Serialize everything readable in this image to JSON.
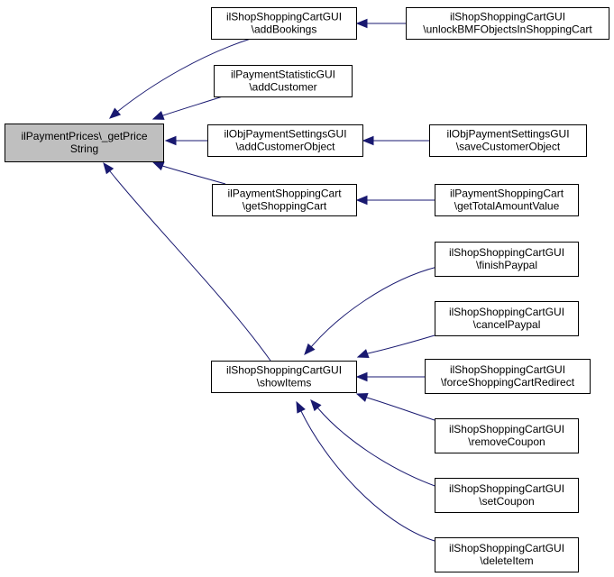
{
  "graph": {
    "edge_color": "#191970",
    "root_fill": "#bfbfbf",
    "nodes": [
      {
        "id": "root",
        "lines": [
          "ilPaymentPrices\\_getPrice",
          "String"
        ],
        "root": true
      },
      {
        "id": "addBookings",
        "lines": [
          "ilShopShoppingCartGUI",
          "\\addBookings"
        ]
      },
      {
        "id": "unlockBMF",
        "lines": [
          "ilShopShoppingCartGUI",
          "\\unlockBMFObjectsInShoppingCart"
        ]
      },
      {
        "id": "addCustomer",
        "lines": [
          "ilPaymentStatisticGUI",
          "\\addCustomer"
        ]
      },
      {
        "id": "addCustomerObject",
        "lines": [
          "ilObjPaymentSettingsGUI",
          "\\addCustomerObject"
        ]
      },
      {
        "id": "saveCustomerObject",
        "lines": [
          "ilObjPaymentSettingsGUI",
          "\\saveCustomerObject"
        ]
      },
      {
        "id": "getShoppingCart",
        "lines": [
          "ilPaymentShoppingCart",
          "\\getShoppingCart"
        ]
      },
      {
        "id": "getTotalAmountValue",
        "lines": [
          "ilPaymentShoppingCart",
          "\\getTotalAmountValue"
        ]
      },
      {
        "id": "showItems",
        "lines": [
          "ilShopShoppingCartGUI",
          "\\showItems"
        ]
      },
      {
        "id": "finishPaypal",
        "lines": [
          "ilShopShoppingCartGUI",
          "\\finishPaypal"
        ]
      },
      {
        "id": "cancelPaypal",
        "lines": [
          "ilShopShoppingCartGUI",
          "\\cancelPaypal"
        ]
      },
      {
        "id": "forceRedirect",
        "lines": [
          "ilShopShoppingCartGUI",
          "\\forceShoppingCartRedirect"
        ]
      },
      {
        "id": "removeCoupon",
        "lines": [
          "ilShopShoppingCartGUI",
          "\\removeCoupon"
        ]
      },
      {
        "id": "setCoupon",
        "lines": [
          "ilShopShoppingCartGUI",
          "\\setCoupon"
        ]
      },
      {
        "id": "deleteItem",
        "lines": [
          "ilShopShoppingCartGUI",
          "\\deleteItem"
        ]
      }
    ],
    "edges": [
      {
        "from": "addBookings",
        "to": "root"
      },
      {
        "from": "addCustomer",
        "to": "root"
      },
      {
        "from": "addCustomerObject",
        "to": "root"
      },
      {
        "from": "getShoppingCart",
        "to": "root"
      },
      {
        "from": "showItems",
        "to": "root"
      },
      {
        "from": "unlockBMF",
        "to": "addBookings"
      },
      {
        "from": "saveCustomerObject",
        "to": "addCustomerObject"
      },
      {
        "from": "getTotalAmountValue",
        "to": "getShoppingCart"
      },
      {
        "from": "finishPaypal",
        "to": "showItems"
      },
      {
        "from": "cancelPaypal",
        "to": "showItems"
      },
      {
        "from": "forceRedirect",
        "to": "showItems"
      },
      {
        "from": "removeCoupon",
        "to": "showItems"
      },
      {
        "from": "setCoupon",
        "to": "showItems"
      },
      {
        "from": "deleteItem",
        "to": "showItems"
      }
    ]
  }
}
